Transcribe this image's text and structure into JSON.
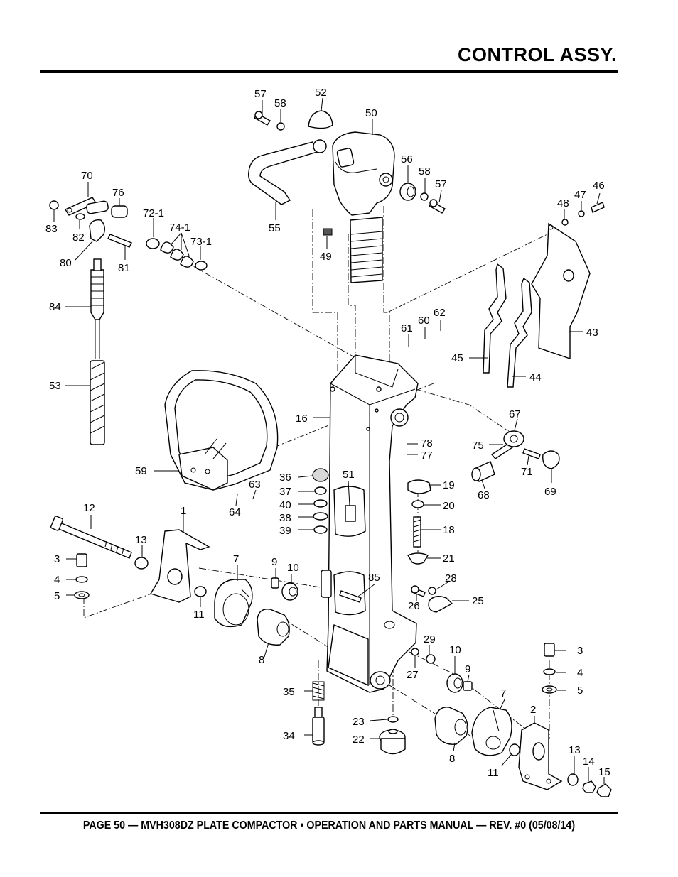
{
  "header": {
    "title": "CONTROL ASSY."
  },
  "footer": {
    "text": "PAGE 50 — MVH308DZ PLATE COMPACTOR • OPERATION AND PARTS MANUAL — REV. #0 (05/08/14)"
  },
  "callouts": {
    "c57a": "57",
    "c58a": "58",
    "c52": "52",
    "c50": "50",
    "c56": "56",
    "c58b": "58",
    "c57b": "57",
    "c55": "55",
    "c49": "49",
    "c70": "70",
    "c76": "76",
    "c72_1": "72-1",
    "c74_1": "74-1",
    "c73_1": "73-1",
    "c83": "83",
    "c82": "82",
    "c80": "80",
    "c81": "81",
    "c84": "84",
    "c53": "53",
    "c48": "48",
    "c47": "47",
    "c46": "46",
    "c43": "43",
    "c45": "45",
    "c44": "44",
    "c61": "61",
    "c60": "60",
    "c62": "62",
    "c16": "16",
    "c67": "67",
    "c75": "75",
    "c78": "78",
    "c77": "77",
    "c71": "71",
    "c69": "69",
    "c68": "68",
    "c59": "59",
    "c63": "63",
    "c64": "64",
    "c51": "51",
    "c36": "36",
    "c37": "37",
    "c40": "40",
    "c38": "38",
    "c39": "39",
    "c19": "19",
    "c20": "20",
    "c18": "18",
    "c21": "21",
    "c12": "12",
    "c1": "1",
    "c13a": "13",
    "c3a": "3",
    "c4a": "4",
    "c5a": "5",
    "c7a": "7",
    "c9a": "9",
    "c10a": "10",
    "c11a": "11",
    "c8a": "8",
    "c85": "85",
    "c28": "28",
    "c26": "26",
    "c25": "25",
    "c29": "29",
    "c27": "27",
    "c10b": "10",
    "c9b": "9",
    "c3b": "3",
    "c4b": "4",
    "c5b": "5",
    "c35": "35",
    "c34": "34",
    "c23": "23",
    "c22": "22",
    "c7b": "7",
    "c2": "2",
    "c8b": "8",
    "c11b": "11",
    "c13b": "13",
    "c14": "14",
    "c15": "15"
  }
}
